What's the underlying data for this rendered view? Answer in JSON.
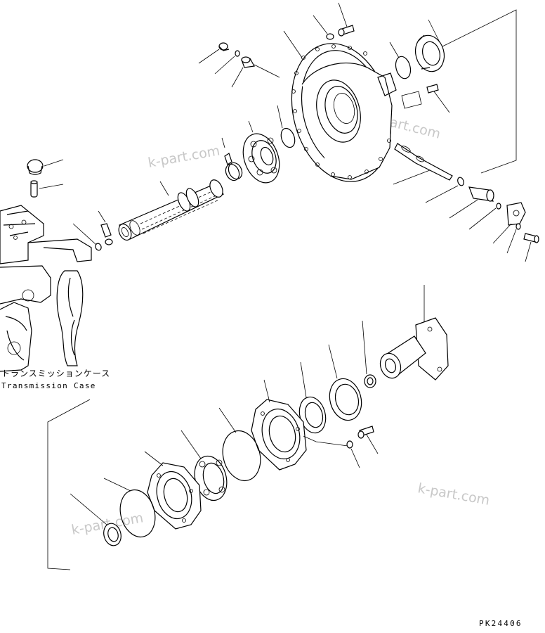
{
  "labels": {
    "case_jp": "トランスミッションケース",
    "case_en": "Transmission Case",
    "drawing_no": "PK24406"
  },
  "watermark": "k-part.com"
}
